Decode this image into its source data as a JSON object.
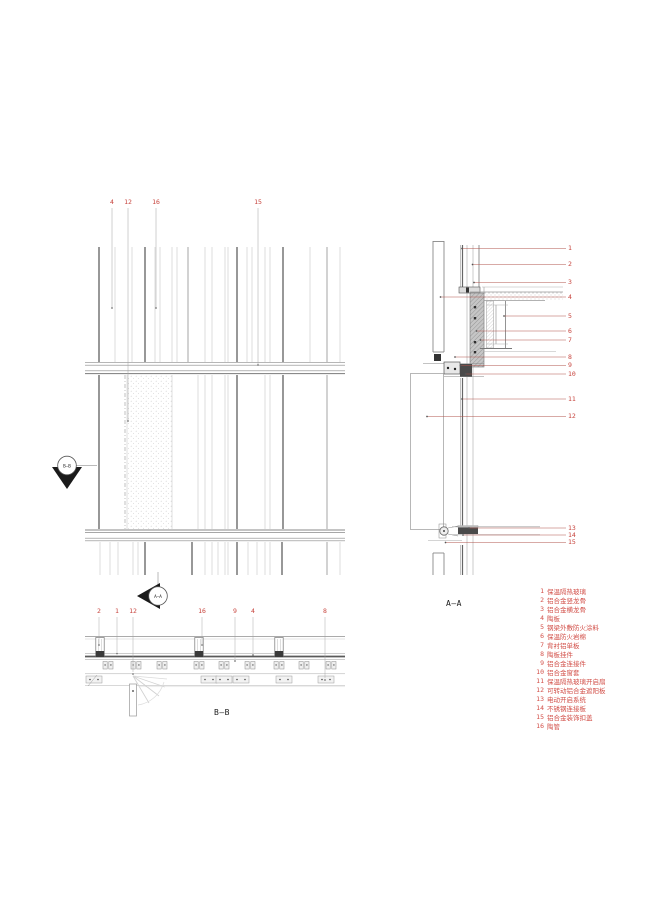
{
  "colors": {
    "callout_red": "#c7443d",
    "legend_red": "#d24f48",
    "line_dark": "#5a5a5a",
    "line_mid": "#8f8f8f",
    "line_light": "#b3b3b3",
    "hatch_gray": "#c2c2c2"
  },
  "labels": {
    "section_a": "A—A",
    "section_b": "B—B",
    "marker_a": "A—A",
    "marker_b": "B—B"
  },
  "elevation_callouts": [
    {
      "n": "4"
    },
    {
      "n": "12"
    },
    {
      "n": "16"
    },
    {
      "n": "15"
    }
  ],
  "aa_callouts": [
    {
      "n": "1"
    },
    {
      "n": "2"
    },
    {
      "n": "3"
    },
    {
      "n": "4"
    },
    {
      "n": "5"
    },
    {
      "n": "6"
    },
    {
      "n": "7"
    },
    {
      "n": "8"
    },
    {
      "n": "9"
    },
    {
      "n": "10"
    },
    {
      "n": "11"
    },
    {
      "n": "12"
    },
    {
      "n": "13"
    },
    {
      "n": "14"
    },
    {
      "n": "15"
    }
  ],
  "bb_callouts": [
    {
      "n": "2"
    },
    {
      "n": "1"
    },
    {
      "n": "12"
    },
    {
      "n": "16"
    },
    {
      "n": "9"
    },
    {
      "n": "4"
    },
    {
      "n": "8"
    }
  ],
  "legend": [
    {
      "n": "1",
      "text": "保温隔热玻璃"
    },
    {
      "n": "2",
      "text": "铝合金竖龙骨"
    },
    {
      "n": "3",
      "text": "铝合金横龙骨"
    },
    {
      "n": "4",
      "text": "陶板"
    },
    {
      "n": "5",
      "text": "钢梁外敷防火涂料"
    },
    {
      "n": "6",
      "text": "保温防火岩棉"
    },
    {
      "n": "7",
      "text": "背衬铝单板"
    },
    {
      "n": "8",
      "text": "陶板挂件"
    },
    {
      "n": "9",
      "text": "铝合金连接件"
    },
    {
      "n": "10",
      "text": "铝合金窗套"
    },
    {
      "n": "11",
      "text": "保温隔热玻璃开启扇"
    },
    {
      "n": "12",
      "text": "可转动铝合金遮阳板"
    },
    {
      "n": "13",
      "text": "电动开启系统"
    },
    {
      "n": "14",
      "text": "不锈钢连接板"
    },
    {
      "n": "15",
      "text": "铝合金装饰扣盖"
    },
    {
      "n": "16",
      "text": "陶管"
    }
  ]
}
